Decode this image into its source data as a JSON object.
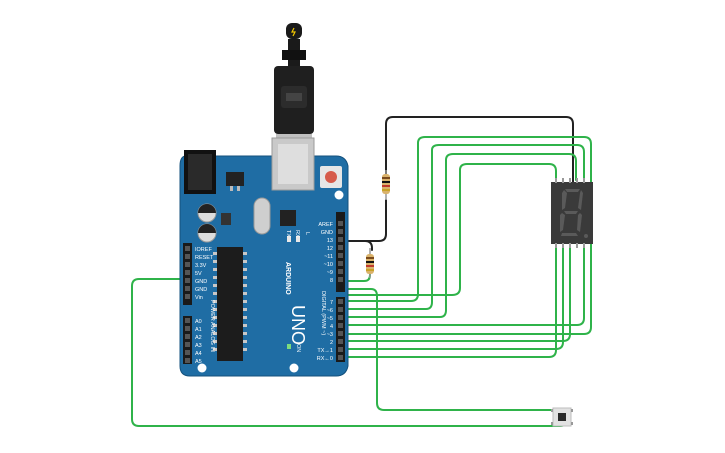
{
  "board": {
    "model": "UNO",
    "brand": "ARDUINO",
    "on_label": "ON",
    "tx_label": "TX",
    "rx_label": "RX",
    "l_label": "L",
    "power_header": "POWER",
    "analog_header": "ANALOG IN",
    "digital_header": "DIGITAL (PWM ~)",
    "power_pins": [
      "IOREF",
      "RESET",
      "3.3V",
      "5V",
      "GND",
      "GND",
      "Vin"
    ],
    "analog_pins": [
      "A0",
      "A1",
      "A2",
      "A3",
      "A4",
      "A5"
    ],
    "digital_top_pins": [
      "AREF",
      "GND",
      "13",
      "12",
      "~11",
      "~10",
      "~9",
      "8"
    ],
    "digital_bottom_pins": [
      "7",
      "~6",
      "~5",
      "4",
      "~3",
      "2",
      "TX→1",
      "RX←0"
    ]
  },
  "components": {
    "usb_cable": "usb-cable",
    "resistor_count": 2,
    "seven_segment_display": "7-segment-display",
    "push_button": "pushbutton"
  },
  "colors": {
    "board": "#1f6da4",
    "board_edge": "#14517d",
    "wire_green": "#2fb34a",
    "wire_black": "#222222",
    "display_body": "#3a3a3a",
    "segment_off": "#5a5a5a",
    "segment_lit": "#e6e6e6"
  }
}
